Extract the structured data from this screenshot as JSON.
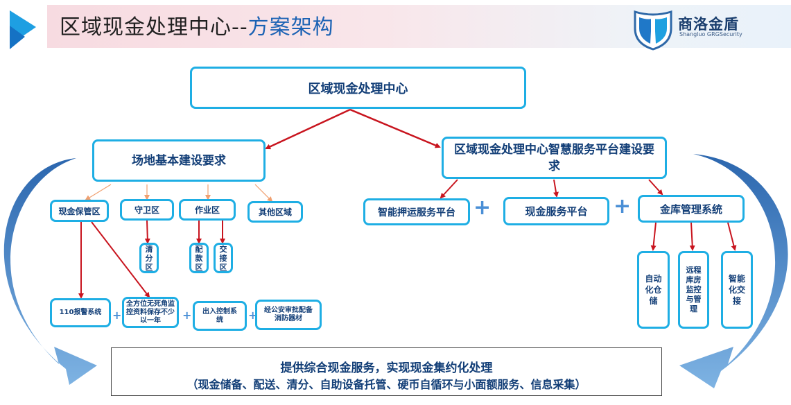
{
  "header": {
    "title_main": "区域现金处理中心--",
    "title_accent": "方案架构",
    "logo_cn": "商洛金盾",
    "logo_en": "Shangluo GRGSecurity"
  },
  "diagram": {
    "root": "区域现金处理中心",
    "left_branch": "场地基本建设要求",
    "right_branch": "区域现金处理中心智慧服务平台建设要求",
    "zones": [
      "现金保管区",
      "守卫区",
      "作业区",
      "其他区域"
    ],
    "sub_zones": [
      "清分区",
      "配款区",
      "交接区"
    ],
    "requirements": [
      "110报警系统",
      "全方位无死角监控资料保存不少以一年",
      "出入控制系统",
      "经公安审批配备消防器材"
    ],
    "platforms": [
      "智能押运服务平台",
      "现金服务平台",
      "金库管理系统"
    ],
    "vault_functions": [
      "自动化仓储",
      "远程库房监控与管理",
      "智能化交接"
    ],
    "plus_sign": "+",
    "summary_line1": "提供综合现金服务，实现现金集约化处理",
    "summary_line2": "（现金储备、配送、清分、自助设备托管、硬币自循环与小面额服务、信息采集）"
  }
}
